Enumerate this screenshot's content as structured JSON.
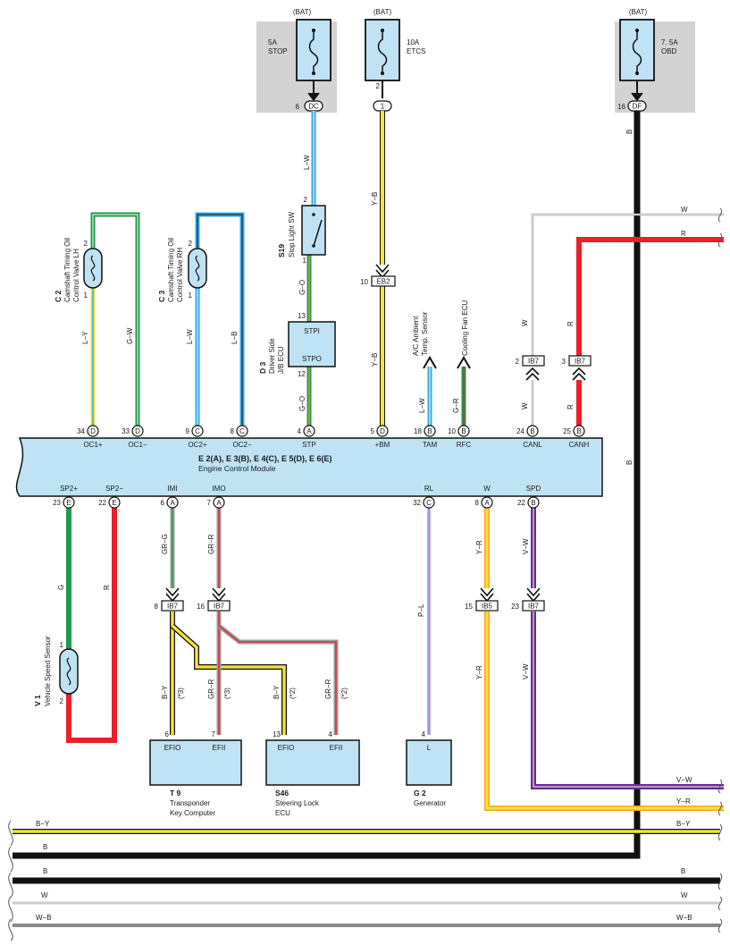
{
  "fuses": [
    {
      "id": "stop",
      "bat": "(BAT)",
      "rating": "5A",
      "name": "STOP",
      "pin": "6",
      "conn": "DC"
    },
    {
      "id": "etcs",
      "bat": "(BAT)",
      "rating": "10A",
      "name": "ETCS",
      "pin": "2",
      "conn": "1"
    },
    {
      "id": "obd",
      "bat": "(BAT)",
      "rating": "7. 5A",
      "name": "OBD",
      "pin": "16",
      "conn": "DF"
    }
  ],
  "ecm": {
    "title": "E 2(A), E 3(B), E 4(C), E 5(D), E 6(E)",
    "subtitle": "Engine Control Module",
    "top_terms": [
      {
        "name": "OC1+",
        "pin": "34",
        "conn": "D"
      },
      {
        "name": "OC1−",
        "pin": "33",
        "conn": "D"
      },
      {
        "name": "OC2+",
        "pin": "9",
        "conn": "C"
      },
      {
        "name": "OC2−",
        "pin": "8",
        "conn": "C"
      },
      {
        "name": "STP",
        "pin": "4",
        "conn": "A"
      },
      {
        "name": "+BM",
        "pin": "5",
        "conn": "D"
      },
      {
        "name": "TAM",
        "pin": "18",
        "conn": "B"
      },
      {
        "name": "RFC",
        "pin": "10",
        "conn": "B"
      },
      {
        "name": "CANL",
        "pin": "24",
        "conn": "B"
      },
      {
        "name": "CANH",
        "pin": "25",
        "conn": "B"
      }
    ],
    "bottom_terms": [
      {
        "name": "SP2+",
        "pin": "23",
        "conn": "E"
      },
      {
        "name": "SP2−",
        "pin": "22",
        "conn": "E"
      },
      {
        "name": "IMI",
        "pin": "6",
        "conn": "A"
      },
      {
        "name": "IMO",
        "pin": "7",
        "conn": "A"
      },
      {
        "name": "RL",
        "pin": "32",
        "conn": "C"
      },
      {
        "name": "W",
        "pin": "8",
        "conn": "A"
      },
      {
        "name": "SPD",
        "pin": "22",
        "conn": "B"
      }
    ]
  },
  "components": {
    "c2": {
      "code": "C 2",
      "name1": "Camshaft Timing Oil",
      "name2": "Control Valve LH",
      "pin_top": "2",
      "pin_bot": "1"
    },
    "c3": {
      "code": "C 3",
      "name1": "Camshaft Timing Oil",
      "name2": "Control Valve RH",
      "pin_top": "2",
      "pin_bot": "1"
    },
    "s19": {
      "code": "S19",
      "name": "Stop Light SW",
      "pin_top": "2",
      "pin_bot": "1"
    },
    "d3": {
      "code": "D 3",
      "name1": "Driver Side",
      "name2": "J/B ECU",
      "term_top": "STPI",
      "term_bot": "STPO",
      "pin_top": "13",
      "pin_bot": "12"
    },
    "ambient": {
      "name1": "A/C Ambient",
      "name2": "Temp. Sensor"
    },
    "fan": {
      "name": "Cooling Fan ECU"
    },
    "v1": {
      "code": "V 1",
      "name": "Vehicle Speed Sensor",
      "pin_top": "1",
      "pin_bot": "2"
    },
    "t9": {
      "code": "T 9",
      "name1": "Transponder",
      "name2": "Key Computer",
      "t1": "EFIO",
      "t2": "EFII",
      "p1": "6",
      "p2": "7"
    },
    "s46": {
      "code": "S46",
      "name1": "Steering Lock",
      "name2": "ECU",
      "t1": "EFIO",
      "t2": "EFII",
      "p1": "13",
      "p2": "4"
    },
    "g2": {
      "code": "G 2",
      "name": "Generator",
      "t1": "L",
      "p1": "4"
    }
  },
  "junctions": {
    "eb2": {
      "label": "EB2",
      "pin": "10"
    },
    "ib7_canl": {
      "label": "IB7",
      "pin": "2"
    },
    "ib7_canh": {
      "label": "IB7",
      "pin": "3"
    },
    "ib7_imi": {
      "label": "IB7",
      "pin": "8"
    },
    "ib7_imo": {
      "label": "IB7",
      "pin": "16"
    },
    "ib5_w": {
      "label": "IB5",
      "pin": "15"
    },
    "ib7_spd": {
      "label": "IB7",
      "pin": "23"
    }
  },
  "wire_labels": {
    "stop_lw": "L−W",
    "s19_go": "G−O",
    "d3_go": "G−O",
    "etcs_yb": "Y−B",
    "etcs_yb2": "Y−B",
    "obd_b": "B",
    "obd_b2": "B",
    "c2_ly": "L−Y",
    "c2_gw": "G−W",
    "c3_lw": "L−W",
    "c3_lb": "L−B",
    "tam_lw": "L−W",
    "rfc_gr": "G−R",
    "canl_w": "W",
    "canl_w2": "W",
    "canh_r": "R",
    "canh_r2": "R",
    "top_w": "W",
    "top_r": "R",
    "sp_g": "G",
    "sp_r": "R",
    "imi_grg": "GR−G",
    "imo_grr": "GR−R",
    "t9_by": "B−Y",
    "t9_grr": "GR−R",
    "s46_by": "B−Y",
    "s46_grr": "GR−R",
    "note": "(*3)",
    "note2": "(*2)",
    "rl_pl": "P−L",
    "w_yr": "Y−R",
    "w_yr2": "Y−R",
    "spd_vw": "V−W",
    "spd_vw2": "V−W",
    "bus_vw": "V−W",
    "bus_yr": "Y−R",
    "bus_by_l": "B−Y",
    "bus_by_r": "B−Y",
    "bus_b1_l": "B",
    "bus_b2_l": "B",
    "bus_b2_r": "B",
    "bus_w_l": "W",
    "bus_w_r": "W",
    "bus_wb_l": "W−B",
    "bus_wb_r": "W−B"
  },
  "colors": {
    "ecm_fill": "#bfe3f5",
    "comp_fill": "#bfe3f5",
    "fuse_bg": "#d3d3d3",
    "blue": "#35a9e1",
    "green": "#1f9a4c",
    "yellow": "#f5e23a",
    "red": "#e8202a",
    "black": "#111111",
    "purple": "#6a2c91",
    "pink": "#e9a3c9",
    "gray": "#9a9a9a"
  }
}
